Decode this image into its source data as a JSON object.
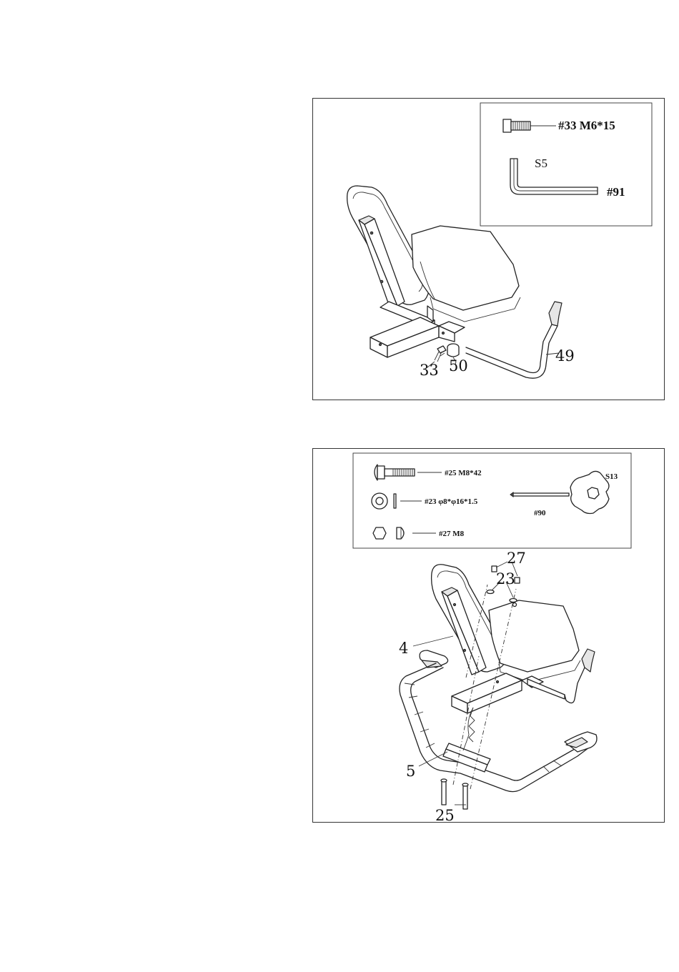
{
  "step_top": {
    "hardware": {
      "bolt": "#33 M6*15",
      "wrench_size": "S5",
      "wrench_part": "#91"
    },
    "callouts": {
      "bolt": "33",
      "bushing": "50",
      "handle": "49"
    }
  },
  "step_bottom": {
    "hardware": {
      "bolt": "#25 M8*42",
      "washer": "#23 φ8*φ16*1.5",
      "nut": "#27 M8",
      "wrench_size": "S13",
      "wrench_part": "#90"
    },
    "callouts": {
      "nut": "27",
      "washer": "23",
      "seat_frame": "4",
      "handlebar": "5",
      "bolts": "25"
    }
  }
}
